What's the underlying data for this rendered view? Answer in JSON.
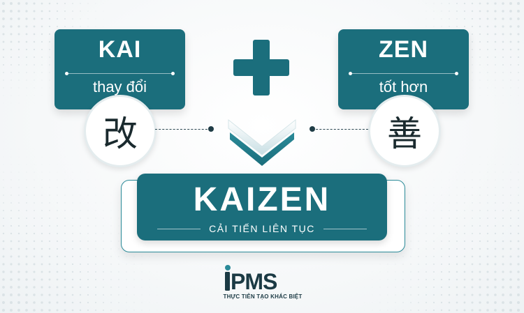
{
  "kai": {
    "title": "KAI",
    "meaning": "thay đổi",
    "kanji": "改"
  },
  "plus_symbol": "plus-icon",
  "zen": {
    "title": "ZEN",
    "meaning": "tốt hơn",
    "kanji": "善"
  },
  "result": {
    "title": "KAIZEN",
    "subtitle": "CẢI TIẾN LIÊN TỤC"
  },
  "logo": {
    "wordmark": "iPMS",
    "tagline": "THỰC TIỄN TẠO KHÁC BIỆT"
  },
  "colors": {
    "primary": "#1b6e7c",
    "accent": "#2a8a98",
    "text_dark": "#1a2a2e"
  }
}
